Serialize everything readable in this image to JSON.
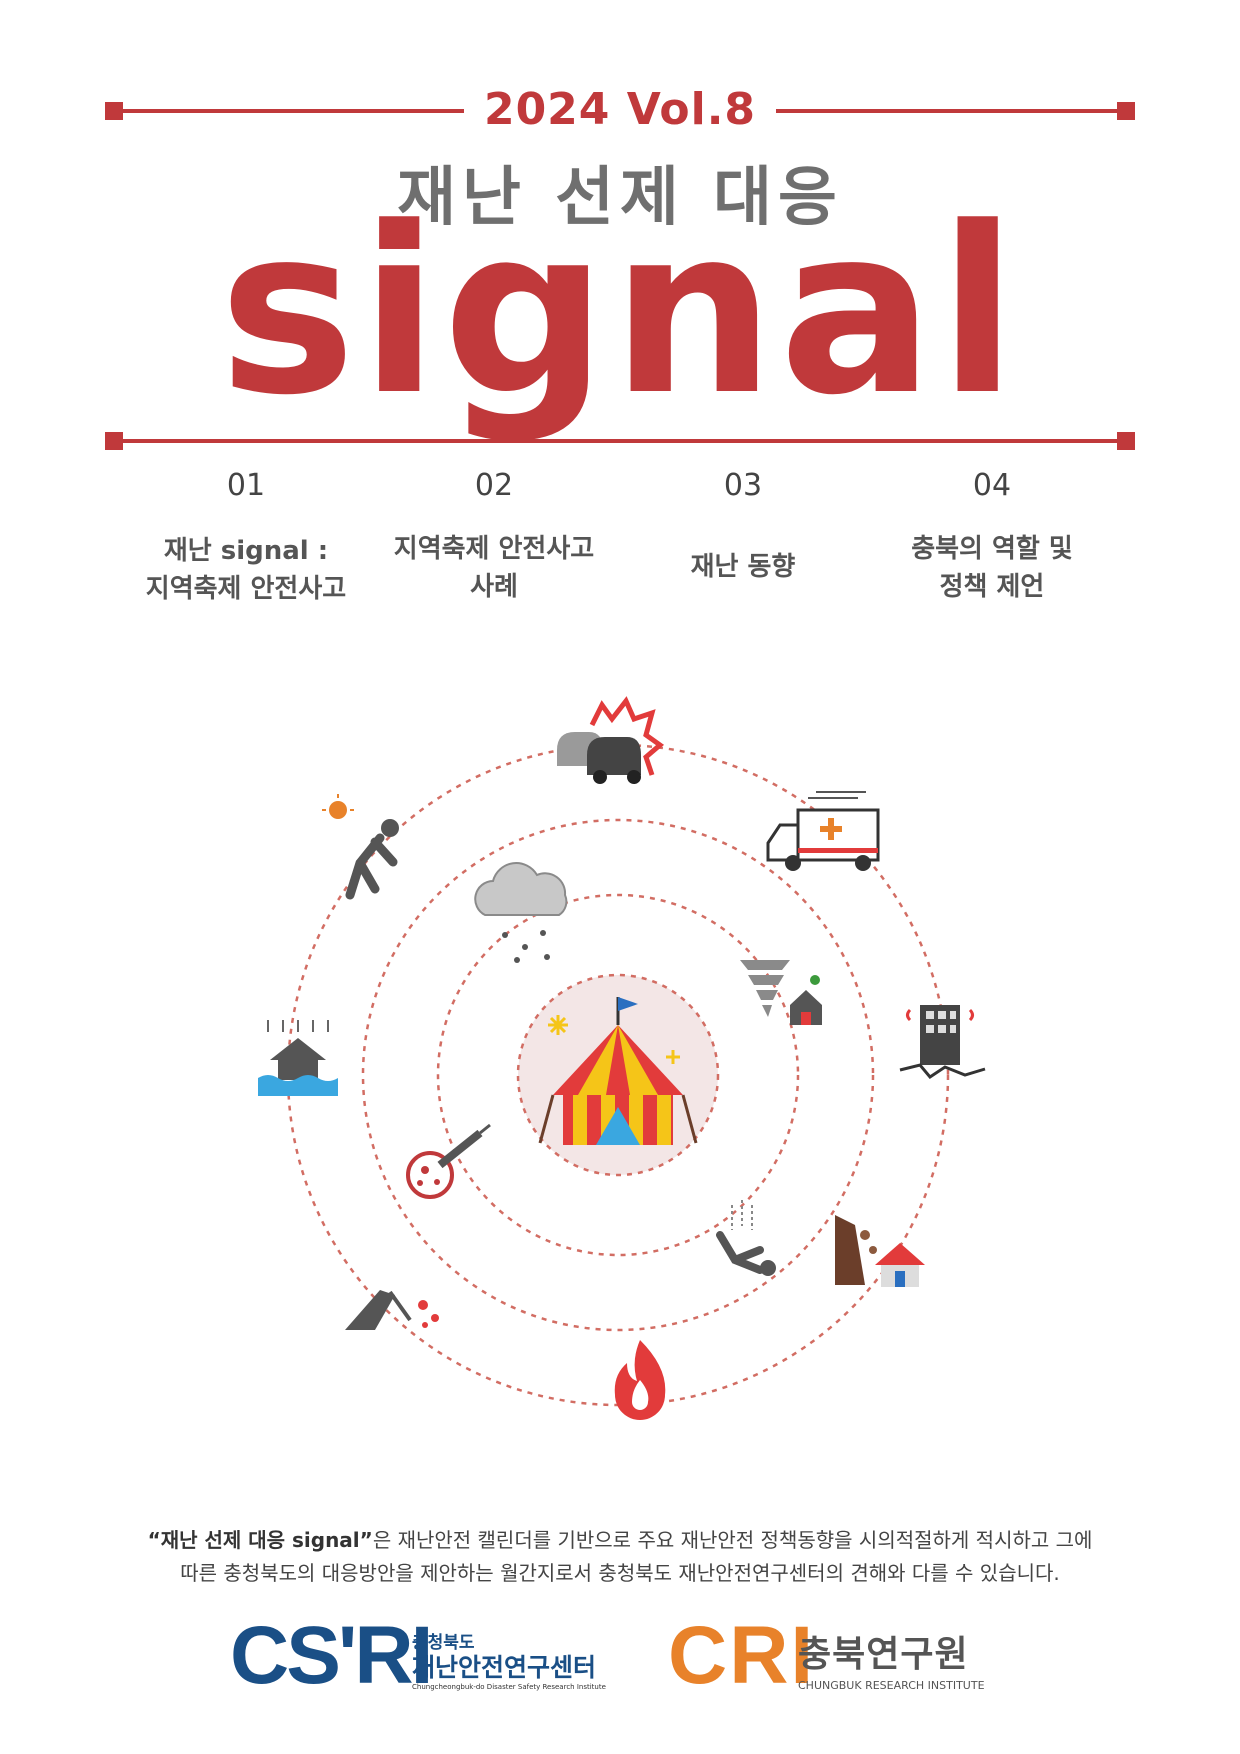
{
  "header": {
    "issue": "2024 Vol.8",
    "subtitle": "재난 선제 대응",
    "brand": "signal"
  },
  "toc": [
    {
      "number": "01",
      "line1": "재난 signal :",
      "line2": "지역축제 안전사고"
    },
    {
      "number": "02",
      "line1": "지역축제 안전사고",
      "line2": "사례"
    },
    {
      "number": "03",
      "line1": "재난 동향",
      "line2": ""
    },
    {
      "number": "04",
      "line1": "충북의 역할 및",
      "line2": "정책 제언"
    }
  ],
  "illustration": {
    "center": "circus-tent-icon",
    "icons": [
      "car-crash-icon",
      "ambulance-icon",
      "heatstroke-icon",
      "snow-cloud-icon",
      "tornado-icon",
      "earthquake-building-icon",
      "flood-house-icon",
      "virus-syringe-icon",
      "fall-icon",
      "landslide-icon",
      "knife-attack-icon",
      "fire-icon"
    ],
    "colors": {
      "accent": "#c0393b",
      "ring": "#d26d63",
      "dark": "#555555",
      "gold": "#f5c518",
      "blue": "#3aa7e0",
      "orange": "#e8822a"
    }
  },
  "disclaimer": {
    "quoted": "“재난 선제 대응 signal”",
    "line1_rest": "은 재난안전 캘린더를 기반으로 주요 재난안전 정책동향을 시의적절하게 적시하고 그에",
    "line2": "따른 충청북도의 대응방안을 제안하는 월간지로서 충청북도 재난안전연구센터의 견해와 다를 수 있습니다."
  },
  "logos": {
    "csri": {
      "mark": "CS'RI",
      "ko_small": "충청북도",
      "ko_main": "재난안전연구센터",
      "en": "Chungcheongbuk-do Disaster Safety Research Institute",
      "color": "#1a4f86"
    },
    "cri": {
      "mark": "CRI",
      "ko": "충북연구원",
      "en": "CHUNGBUK RESEARCH INSTITUTE",
      "color": "#e8822a"
    }
  }
}
